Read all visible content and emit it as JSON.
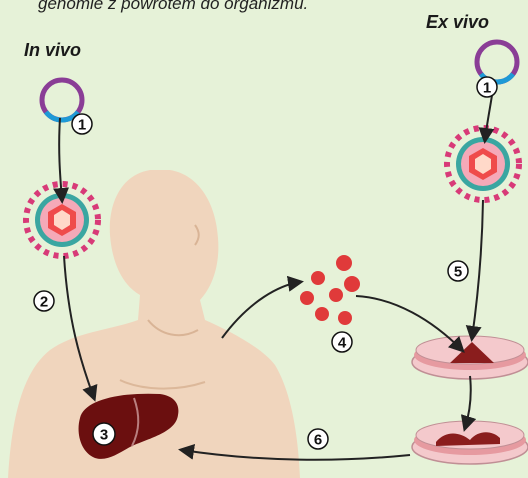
{
  "caption": "genomie z powrotem do organizmu.",
  "labels": {
    "in_vivo": "In vivo",
    "ex_vivo": "Ex vivo"
  },
  "steps": [
    "1",
    "2",
    "3",
    "4",
    "5",
    "6"
  ],
  "icons": [
    "plasmid-icon",
    "viral-vector-icon",
    "liver-icon",
    "cell-dish-icon",
    "blood-cells-icon",
    "human-torso"
  ],
  "colors": {
    "background": "#e6f2d8",
    "skin": "#f0d5bd",
    "liver": "#6b0f0f",
    "plasmid": "#8a3d96",
    "plasmid_segment": "#1e9ad6",
    "vector_core": "#ef4b4b",
    "vector_ring": "#3aa6a1",
    "vector_spikes": "#d83a78",
    "cells": "#e03a3a",
    "dish": "#f4c9cc"
  }
}
